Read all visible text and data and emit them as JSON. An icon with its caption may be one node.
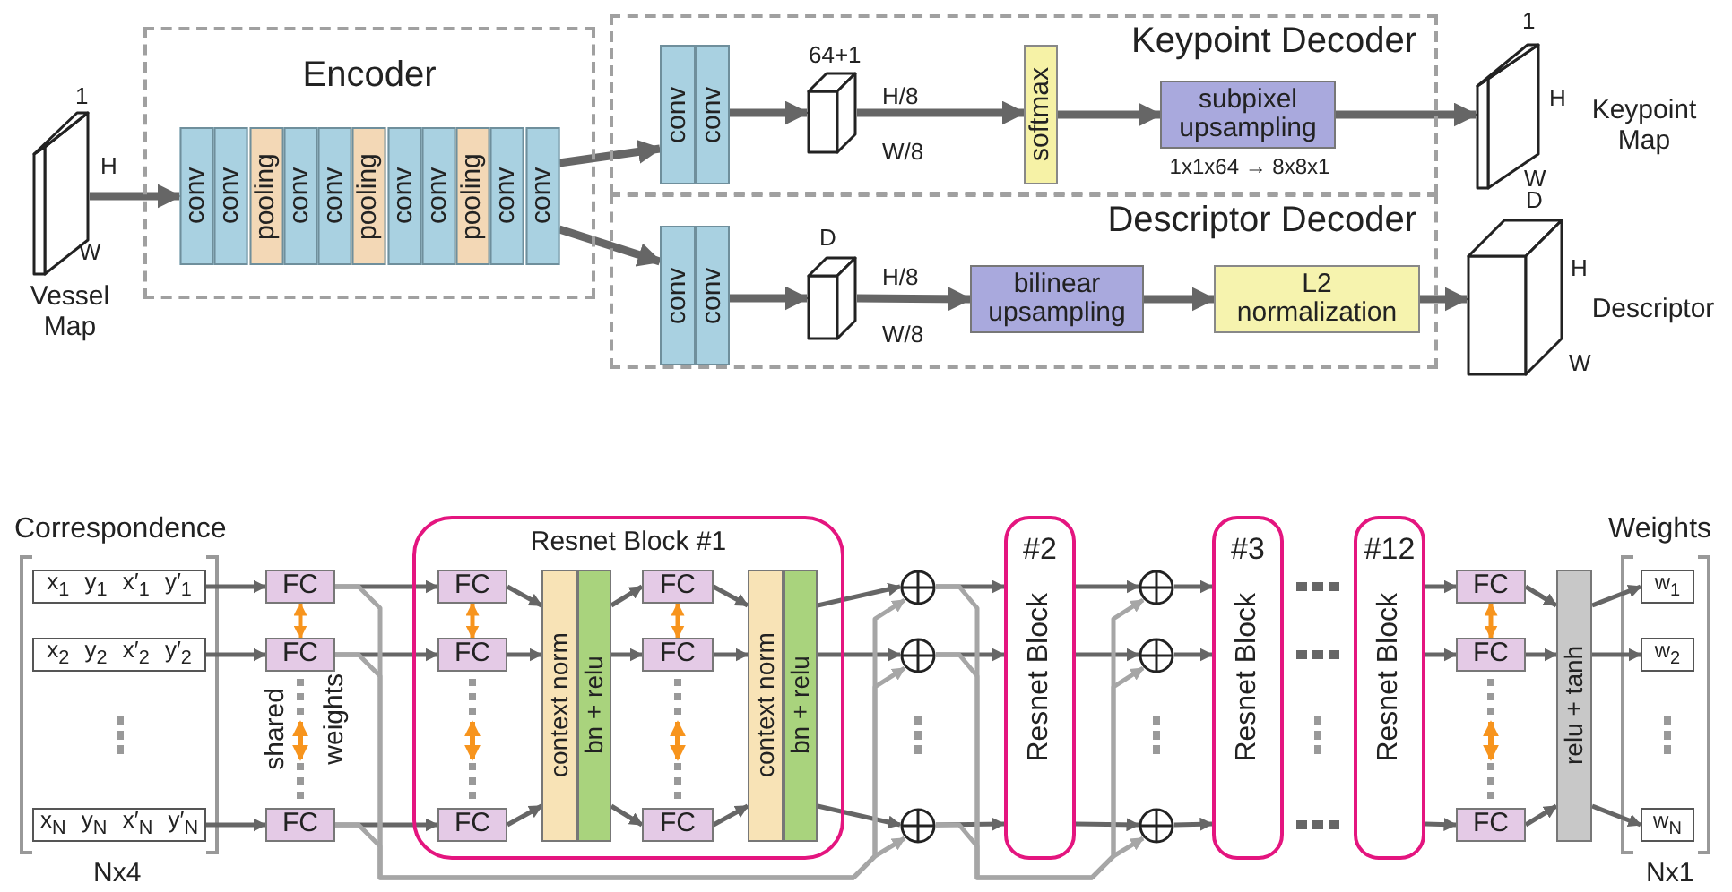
{
  "diagram": {
    "nodes": [
      {
        "text": [],
        "shape": "box",
        "beside": [
          "1",
          "H",
          "W",
          "Vessel Map"
        ]
      },
      {
        "text": [
          "Encoder"
        ]
      },
      {
        "text": [
          "conv"
        ],
        "in": 1
      },
      {
        "text": [
          "conv"
        ],
        "in": 1
      },
      {
        "text": [
          "pooling"
        ],
        "in": 1
      },
      {
        "text": [
          "conv"
        ],
        "in": 1
      },
      {
        "text": [
          "conv"
        ],
        "in": 1
      },
      {
        "text": [
          "pooling"
        ],
        "in": 1
      },
      {
        "text": [
          "conv"
        ],
        "in": 1
      },
      {
        "text": [
          "conv"
        ],
        "in": 1
      },
      {
        "text": [
          "pooling"
        ],
        "in": 1
      },
      {
        "text": [
          "conv"
        ],
        "in": 1
      },
      {
        "text": [
          "conv"
        ],
        "in": 1
      },
      {
        "text": [
          "Keypoint Decoder"
        ]
      },
      {
        "text": [
          "conv"
        ],
        "in": 13
      },
      {
        "text": [
          "conv"
        ],
        "in": 13
      },
      {
        "text": [],
        "shape": "box",
        "in": 13,
        "beside": [
          "64+1",
          "H/8",
          "W/8"
        ]
      },
      {
        "text": [
          "softmax"
        ],
        "in": 13
      },
      {
        "text": [
          "subpixel upsampling"
        ],
        "in": 13,
        "beside": [
          "1x1x64 → 8x8x1"
        ]
      },
      {
        "text": [],
        "shape": "box",
        "beside": [
          "1",
          "H",
          "W",
          "Keypoint Map"
        ]
      },
      {
        "text": [
          "Descriptor Decoder"
        ]
      },
      {
        "text": [
          "conv"
        ],
        "in": 20
      },
      {
        "text": [
          "conv"
        ],
        "in": 20
      },
      {
        "text": [],
        "shape": "box",
        "in": 20,
        "beside": [
          "D",
          "H/8",
          "W/8"
        ]
      },
      {
        "text": [
          "bilinear upsampling"
        ],
        "in": 20
      },
      {
        "text": [
          "L2 normalization"
        ],
        "in": 20
      },
      {
        "text": [],
        "shape": "box",
        "beside": [
          "D",
          "H",
          "W",
          "Descriptor"
        ]
      },
      {
        "text": [
          "x$_{1}$ y$_{1}$ x′$_{1}$ y′$_{1}$"
        ]
      },
      {
        "text": [
          "x$_{2}$ y$_{2}$ x′$_{2}$ y′$_{2}$"
        ]
      },
      {
        "text": [
          "x$_{N}$ y$_{N}$ x′$_{N}$ y′$_{N}$"
        ]
      },
      {
        "text": [
          "FC"
        ]
      },
      {
        "text": [
          "FC"
        ]
      },
      {
        "text": [
          "FC"
        ]
      },
      {
        "text": [
          "Resnet Block #1"
        ]
      },
      {
        "text": [
          "FC"
        ],
        "in": 33
      },
      {
        "text": [
          "FC"
        ],
        "in": 33
      },
      {
        "text": [
          "FC"
        ],
        "in": 33
      },
      {
        "text": [
          "context norm"
        ],
        "in": 33
      },
      {
        "text": [
          "bn + relu"
        ],
        "in": 33
      },
      {
        "text": [
          "FC"
        ],
        "in": 33
      },
      {
        "text": [
          "FC"
        ],
        "in": 33
      },
      {
        "text": [
          "FC"
        ],
        "in": 33
      },
      {
        "text": [
          "context norm"
        ],
        "in": 33
      },
      {
        "text": [
          "bn + relu"
        ],
        "in": 33
      },
      {
        "text": [],
        "shape": "circle"
      },
      {
        "text": [],
        "shape": "circle"
      },
      {
        "text": [],
        "shape": "circle"
      },
      {
        "text": [
          "#2",
          "Resnet Block"
        ]
      },
      {
        "text": [],
        "shape": "circle"
      },
      {
        "text": [],
        "shape": "circle"
      },
      {
        "text": [],
        "shape": "circle"
      },
      {
        "text": [
          "#3",
          "Resnet Block"
        ]
      },
      {
        "text": [
          "#12",
          "Resnet Block"
        ]
      },
      {
        "text": [
          "FC"
        ]
      },
      {
        "text": [
          "FC"
        ]
      },
      {
        "text": [
          "FC"
        ]
      },
      {
        "text": [
          "relu + tanh"
        ]
      },
      {
        "text": [
          "w$_{1}$"
        ]
      },
      {
        "text": [
          "w$_{2}$"
        ]
      },
      {
        "text": [
          "w$_{N}$"
        ]
      }
    ],
    "edges": [
      {
        "from": 0,
        "to": 2,
        "arrow": "to",
        "style": "thick"
      },
      {
        "from": 12,
        "to": 14,
        "arrow": "to",
        "style": "thick"
      },
      {
        "from": 12,
        "to": 21,
        "arrow": "to",
        "style": "thick"
      },
      {
        "from": 15,
        "to": 16,
        "arrow": "to",
        "style": "thick"
      },
      {
        "from": 16,
        "to": 17,
        "arrow": "to",
        "style": "thick"
      },
      {
        "from": 17,
        "to": 18,
        "arrow": "to",
        "style": "thick"
      },
      {
        "from": 18,
        "to": 19,
        "arrow": "to",
        "style": "thick"
      },
      {
        "from": 22,
        "to": 23,
        "arrow": "to",
        "style": "thick"
      },
      {
        "from": 23,
        "to": 24,
        "arrow": "to",
        "style": "thick"
      },
      {
        "from": 24,
        "to": 25,
        "arrow": "to",
        "style": "thick"
      },
      {
        "from": 25,
        "to": 26,
        "arrow": "to",
        "style": "thick"
      },
      {
        "from": 27,
        "to": 30,
        "arrow": "to"
      },
      {
        "from": 28,
        "to": 31,
        "arrow": "to"
      },
      {
        "from": 29,
        "to": 32,
        "arrow": "to"
      },
      {
        "from": 30,
        "to": 34,
        "arrow": "to"
      },
      {
        "from": 31,
        "to": 35,
        "arrow": "to"
      },
      {
        "from": 32,
        "to": 36,
        "arrow": "to"
      },
      {
        "from": 34,
        "to": 37,
        "arrow": "to"
      },
      {
        "from": 35,
        "to": 37,
        "arrow": "to"
      },
      {
        "from": 36,
        "to": 37,
        "arrow": "to"
      },
      {
        "from": 38,
        "to": 39,
        "arrow": "to"
      },
      {
        "from": 38,
        "to": 40,
        "arrow": "to"
      },
      {
        "from": 38,
        "to": 41,
        "arrow": "to"
      },
      {
        "from": 39,
        "to": 42,
        "arrow": "to"
      },
      {
        "from": 40,
        "to": 42,
        "arrow": "to"
      },
      {
        "from": 41,
        "to": 42,
        "arrow": "to"
      },
      {
        "from": 43,
        "to": 44,
        "arrow": "to"
      },
      {
        "from": 43,
        "to": 45,
        "arrow": "to"
      },
      {
        "from": 43,
        "to": 46,
        "arrow": "to"
      },
      {
        "from": 30,
        "to": 44,
        "arrow": "to",
        "color": "#a6a6a6"
      },
      {
        "from": 31,
        "to": 45,
        "arrow": "to",
        "color": "#a6a6a6"
      },
      {
        "from": 32,
        "to": 46,
        "arrow": "to",
        "color": "#a6a6a6"
      },
      {
        "from": 44,
        "to": 47,
        "arrow": "to"
      },
      {
        "from": 45,
        "to": 47,
        "arrow": "to"
      },
      {
        "from": 46,
        "to": 47,
        "arrow": "to"
      },
      {
        "from": 47,
        "to": 48,
        "arrow": "to"
      },
      {
        "from": 47,
        "to": 49,
        "arrow": "to"
      },
      {
        "from": 47,
        "to": 50,
        "arrow": "to"
      },
      {
        "from": 44,
        "to": 48,
        "arrow": "to",
        "color": "#a6a6a6"
      },
      {
        "from": 45,
        "to": 49,
        "arrow": "to",
        "color": "#a6a6a6"
      },
      {
        "from": 46,
        "to": 50,
        "arrow": "to",
        "color": "#a6a6a6"
      },
      {
        "from": 48,
        "to": 51,
        "arrow": "to"
      },
      {
        "from": 49,
        "to": 51,
        "arrow": "to"
      },
      {
        "from": 50,
        "to": 51,
        "arrow": "to"
      },
      {
        "from": 52,
        "to": 53,
        "arrow": "to"
      },
      {
        "from": 52,
        "to": 54,
        "arrow": "to"
      },
      {
        "from": 52,
        "to": 55,
        "arrow": "to"
      },
      {
        "from": 53,
        "to": 56,
        "arrow": "to"
      },
      {
        "from": 54,
        "to": 56,
        "arrow": "to"
      },
      {
        "from": 55,
        "to": 56,
        "arrow": "to"
      },
      {
        "from": 56,
        "to": 57,
        "arrow": "to"
      },
      {
        "from": 56,
        "to": 58,
        "arrow": "to"
      },
      {
        "from": 56,
        "to": 59,
        "arrow": "to"
      },
      {
        "from": 30,
        "to": 31,
        "arrow": "both",
        "color": "#f7941d"
      },
      {
        "from": 34,
        "to": 35,
        "arrow": "both",
        "color": "#f7941d"
      },
      {
        "from": 39,
        "to": 40,
        "arrow": "both",
        "color": "#f7941d"
      },
      {
        "from": 53,
        "to": 54,
        "arrow": "both",
        "color": "#f7941d"
      }
    ],
    "labels": [
      "Correspondence",
      "Nx4",
      "shared",
      "weights",
      "Weights",
      "Nx1"
    ]
  }
}
